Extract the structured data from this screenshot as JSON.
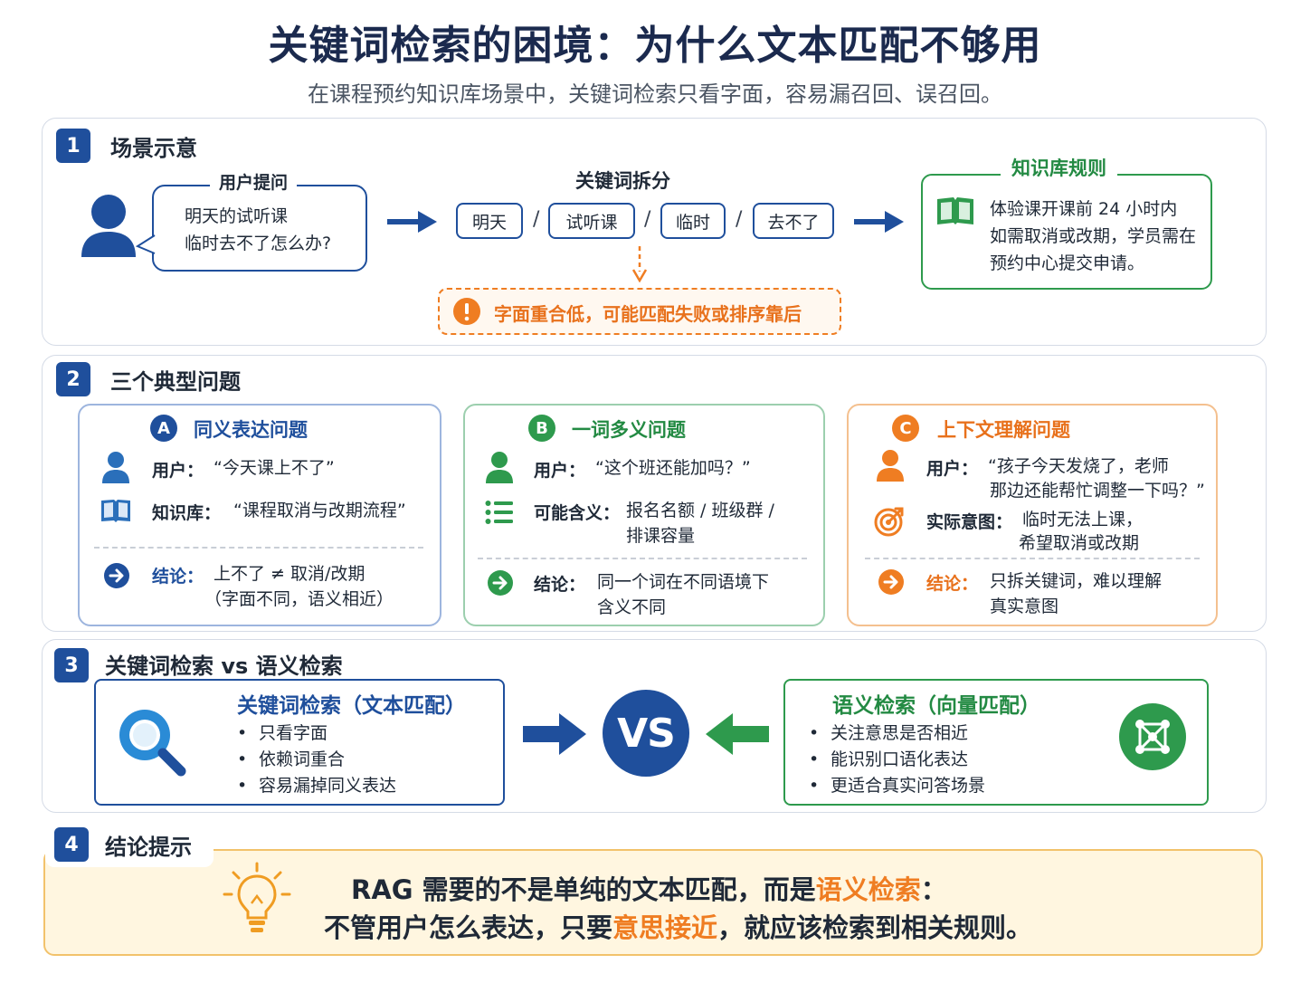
{
  "title": "关键词检索的困境：为什么文本匹配不够用",
  "subtitle": "在课程预约知识库场景中，关键词检索只看字面，容易漏召回、误召回。",
  "section1": {
    "num": "1",
    "title": "场景示意",
    "user_label": "用户提问",
    "user_lines": [
      "明天的试听课",
      "临时去不了怎么办?"
    ],
    "split_label": "关键词拆分",
    "keywords": [
      "明天",
      "试听课",
      "临时",
      "去不了"
    ],
    "separator": "/",
    "warning": "字面重合低，可能匹配失败或排序靠后",
    "rule_label": "知识库规则",
    "rule_lines": [
      "体验课开课前 24 小时内",
      "如需取消或改期，学员需在",
      "预约中心提交申请。"
    ]
  },
  "section2": {
    "num": "2",
    "title": "三个典型问题",
    "cards": [
      {
        "badge": "A",
        "title": "同义表达问题",
        "color": "#1f4f9c",
        "row1_label": "用户：",
        "row1_lines": [
          "“今天课上不了”"
        ],
        "row2_label": "知识库：",
        "row2_lines": [
          "“课程取消与改期流程”"
        ],
        "concl_label": "结论：",
        "concl_lines": [
          "上不了 ≠ 取消/改期",
          "（字面不同，语义相近）"
        ]
      },
      {
        "badge": "B",
        "title": "一词多义问题",
        "color": "#2e9a4d",
        "row1_label": "用户：",
        "row1_lines": [
          "“这个班还能加吗？”"
        ],
        "row2_label": "可能含义：",
        "row2_lines": [
          "报名名额 / 班级群 /",
          "排课容量"
        ],
        "concl_label": "结论：",
        "concl_lines": [
          "同一个词在不同语境下",
          "含义不同"
        ]
      },
      {
        "badge": "C",
        "title": "上下文理解问题",
        "color": "#ef7d22",
        "row1_label": "用户：",
        "row1_lines": [
          "“孩子今天发烧了，老师",
          "那边还能帮忙调整一下吗？”"
        ],
        "row2_label": "实际意图：",
        "row2_lines": [
          "临时无法上课，",
          "希望取消或改期"
        ],
        "concl_label": "结论：",
        "concl_lines": [
          "只拆关键词，难以理解",
          "真实意图"
        ]
      }
    ]
  },
  "section3": {
    "num": "3",
    "title": "关键词检索 vs 语义检索",
    "left_title": "关键词检索（文本匹配）",
    "left_items": [
      "只看字面",
      "依赖词重合",
      "容易漏掉同义表达"
    ],
    "vs": "VS",
    "right_title": "语义检索（向量匹配）",
    "right_items": [
      "关注意思是否相近",
      "能识别口语化表达",
      "更适合真实问答场景"
    ]
  },
  "section4": {
    "num": "4",
    "title": "结论提示",
    "line1_pre": "RAG 需要的不是单纯的文本匹配，而是",
    "line1_hl": "语义检索",
    "line1_post": "：",
    "line2_pre": "不管用户怎么表达，只要",
    "line2_hl": "意思接近",
    "line2_post": "，就应该检索到相关规则。"
  },
  "colors": {
    "blue": "#1f4f9c",
    "green": "#2e9a4d",
    "orange": "#ef7d22"
  }
}
